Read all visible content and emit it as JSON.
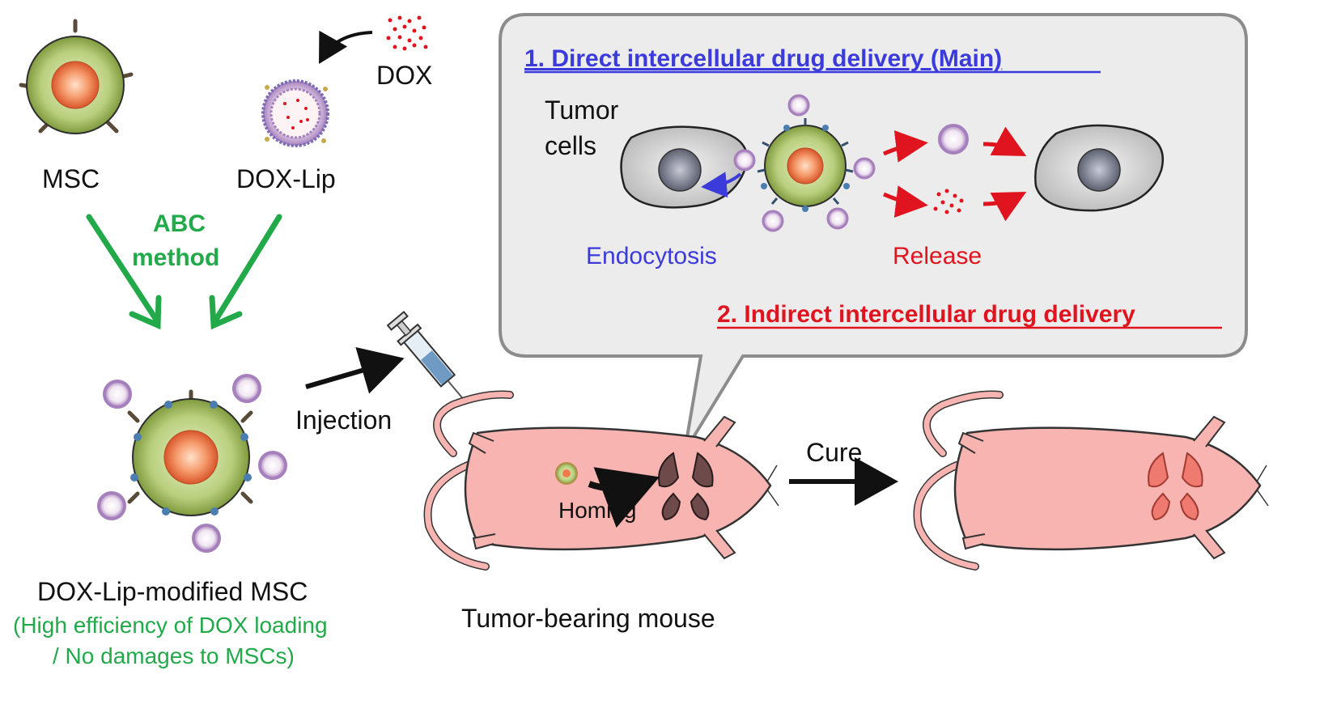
{
  "labels": {
    "msc": "MSC",
    "dox": "DOX",
    "dox_lip": "DOX-Lip",
    "abc_line1": "ABC",
    "abc_line2": "method",
    "modified_msc": "DOX-Lip-modified MSC",
    "note_line1": "(High efficiency of DOX loading",
    "note_line2": "/ No damages to MSCs)",
    "injection": "Injection",
    "homing": "Homing",
    "cure": "Cure",
    "tumor_bearing_mouse": "Tumor-bearing mouse"
  },
  "callout": {
    "direct_title": "1. Direct intercellular drug delivery (Main)",
    "tumor_line1": "Tumor",
    "tumor_line2": "cells",
    "endocytosis": "Endocytosis",
    "release": "Release",
    "indirect_title": "2. Indirect intercellular drug delivery"
  },
  "colors": {
    "green_text": "#22a94a",
    "blue_text": "#3b3bdc",
    "red_text": "#e0141e",
    "msc_shell": "#a9c46a",
    "msc_core": "#f07a4a",
    "mouse_skin": "#f7b4b0",
    "liposome": "#b98ec9",
    "callout_bg": "#ececec"
  }
}
